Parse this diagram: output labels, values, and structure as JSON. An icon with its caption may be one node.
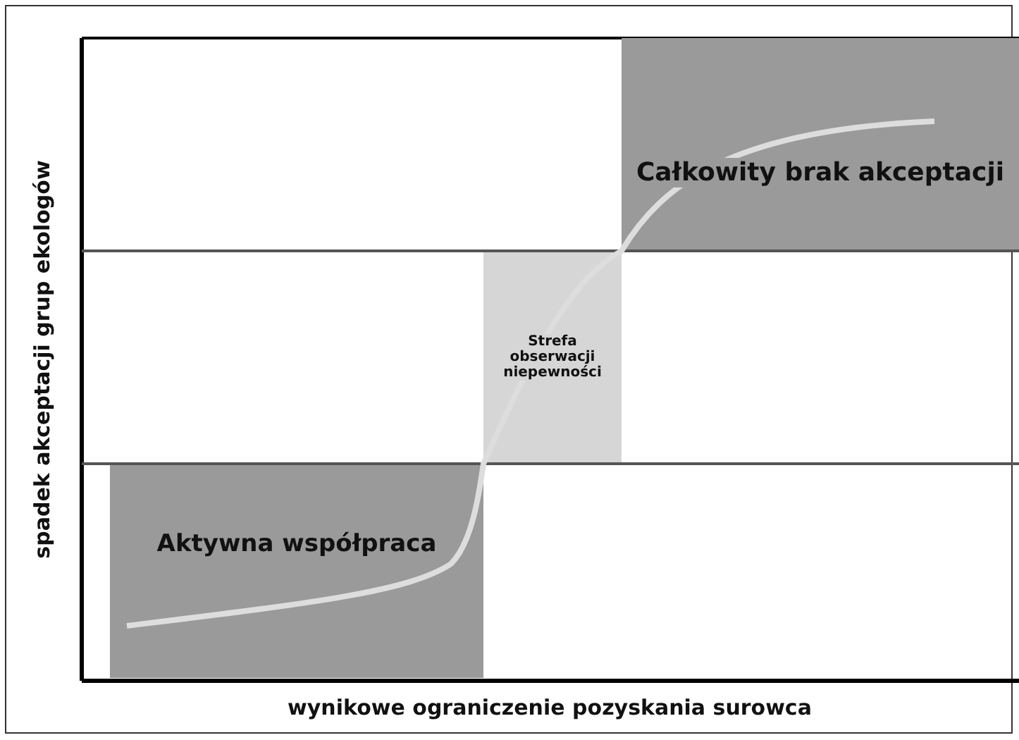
{
  "diagram": {
    "nodes": [
      {
        "text": [
          "Całkowity brak akceptacji"
        ]
      },
      {
        "text": [
          "Strefa obserwacji niepewności"
        ]
      },
      {
        "text": [
          "Aktywna współpraca"
        ]
      }
    ],
    "labels": [
      "spadek akceptacji grup ekologów",
      "wynikowe ograniczenie pozyskania surowca"
    ]
  }
}
